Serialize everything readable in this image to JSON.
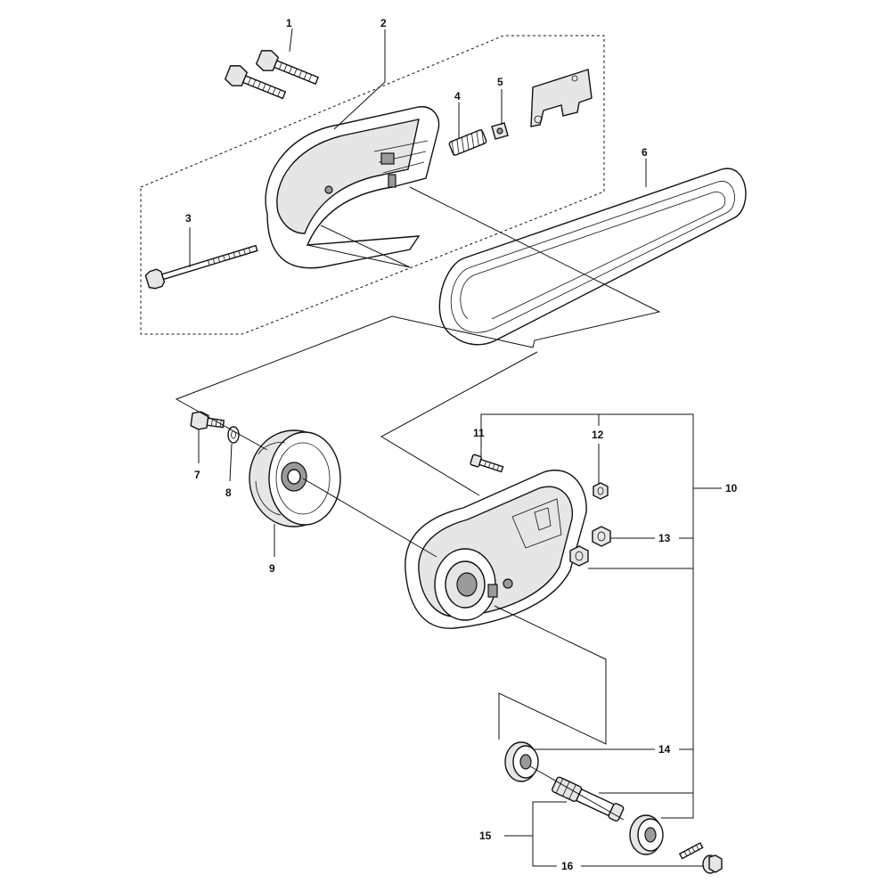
{
  "callouts": [
    {
      "id": "c1",
      "label": "1"
    },
    {
      "id": "c2",
      "label": "2"
    },
    {
      "id": "c3",
      "label": "3"
    },
    {
      "id": "c4",
      "label": "4"
    },
    {
      "id": "c5",
      "label": "5"
    },
    {
      "id": "c6",
      "label": "6"
    },
    {
      "id": "c7",
      "label": "7"
    },
    {
      "id": "c8",
      "label": "8"
    },
    {
      "id": "c9",
      "label": "9"
    },
    {
      "id": "c10",
      "label": "10"
    },
    {
      "id": "c11",
      "label": "11"
    },
    {
      "id": "c12",
      "label": "12"
    },
    {
      "id": "c13",
      "label": "13"
    },
    {
      "id": "c14",
      "label": "14"
    },
    {
      "id": "c15",
      "label": "15"
    },
    {
      "id": "c16",
      "label": "16"
    }
  ],
  "colors": {
    "line": "#111111",
    "part_fill": "#ffffff",
    "part_shade": "#e6e6e6",
    "part_dark": "#9a9a9a"
  }
}
